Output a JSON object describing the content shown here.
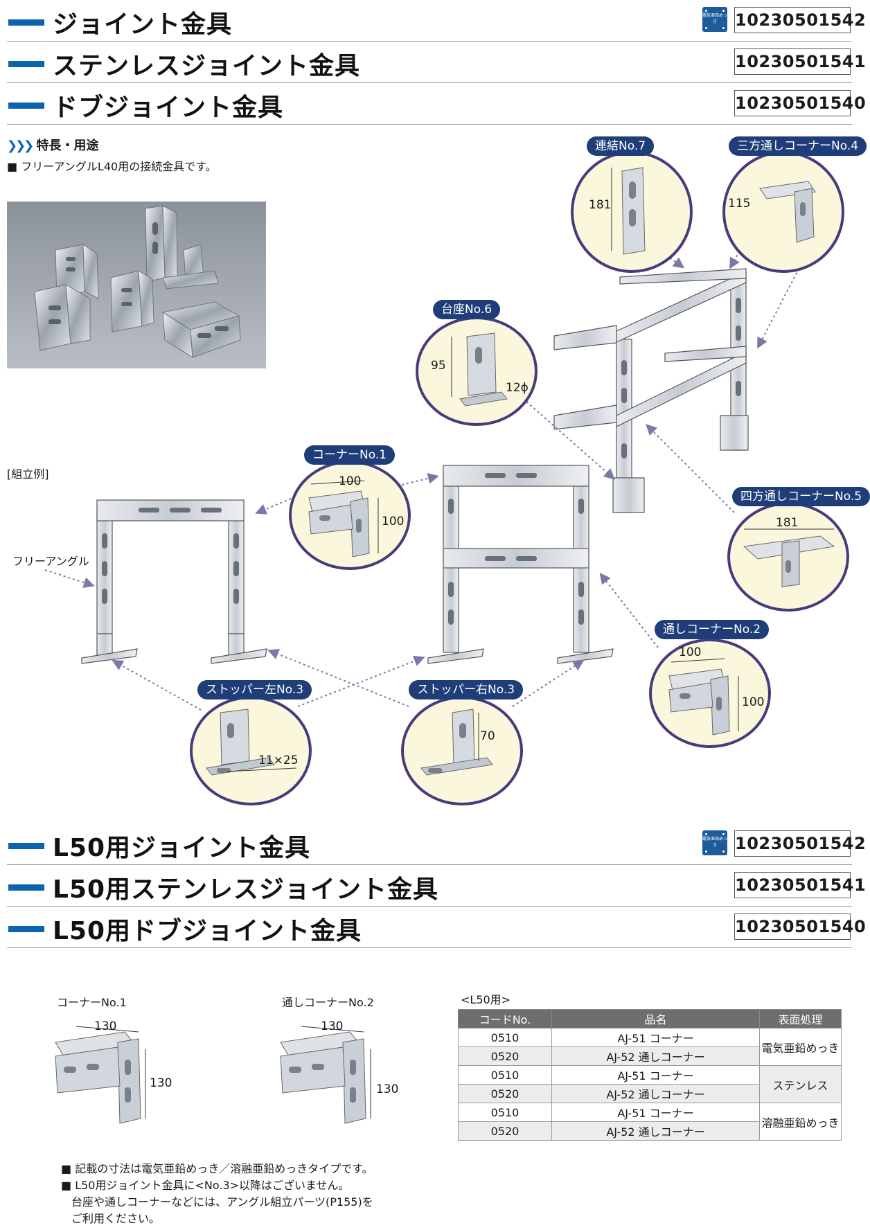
{
  "section1": {
    "headers": [
      {
        "title": "ジョイント金具",
        "code": "10230501542",
        "plating_badge": true
      },
      {
        "title": "ステンレスジョイント金具",
        "code": "10230501541",
        "plating_badge": false
      },
      {
        "title": "ドブジョイント金具",
        "code": "10230501540",
        "plating_badge": false
      }
    ],
    "plating_badge_text": "電気亜鉛めっき",
    "features_heading": "特長・用途",
    "features_text": "■ フリーアングルL40用の接続金具です。",
    "assembly_label": "[組立例]",
    "free_angle_label": "フリーアングル",
    "parts": [
      {
        "name": "連結No.7",
        "dims": [
          "181"
        ]
      },
      {
        "name": "三方通しコーナーNo.4",
        "dims": [
          "115"
        ]
      },
      {
        "name": "台座No.6",
        "dims": [
          "95",
          "12ϕ"
        ]
      },
      {
        "name": "コーナーNo.1",
        "dims": [
          "100",
          "100"
        ]
      },
      {
        "name": "四方通しコーナーNo.5",
        "dims": [
          "181"
        ]
      },
      {
        "name": "通しコーナーNo.2",
        "dims": [
          "100",
          "100"
        ]
      },
      {
        "name": "ストッパー左No.3",
        "dims": [
          "11×25"
        ]
      },
      {
        "name": "ストッパー右No.3",
        "dims": [
          "70"
        ]
      }
    ]
  },
  "section2": {
    "headers": [
      {
        "title": "L50用ジョイント金具",
        "code": "10230501542",
        "plating_badge": true
      },
      {
        "title": "L50用ステンレスジョイント金具",
        "code": "10230501541",
        "plating_badge": false
      },
      {
        "title": "L50用ドブジョイント金具",
        "code": "10230501540",
        "plating_badge": false
      }
    ],
    "corner1": {
      "label": "コーナーNo.1",
      "w": "130",
      "h": "130"
    },
    "corner2": {
      "label": "通しコーナーNo.2",
      "w": "130",
      "h": "130"
    },
    "table_caption": "<L50用>",
    "table_headers": [
      "コードNo.",
      "品名",
      "表面処理"
    ],
    "table_rows": [
      {
        "code": "0510",
        "name": "AJ-51 コーナー"
      },
      {
        "code": "0520",
        "name": "AJ-52 通しコーナー"
      },
      {
        "code": "0510",
        "name": "AJ-51 コーナー"
      },
      {
        "code": "0520",
        "name": "AJ-52 通しコーナー"
      },
      {
        "code": "0510",
        "name": "AJ-51 コーナー"
      },
      {
        "code": "0520",
        "name": "AJ-52 通しコーナー"
      }
    ],
    "finishes": [
      "電気亜鉛めっき",
      "ステンレス",
      "溶融亜鉛めっき"
    ],
    "notes": [
      "■ 記載の寸法は電気亜鉛めっき／溶融亜鉛めっきタイプです。",
      "■ L50用ジョイント金具に<No.3>以降はございません。",
      "台座や通しコーナーなどには、アングル組立パーツ(P155)を",
      "ご利用ください。"
    ]
  },
  "colors": {
    "accent": "#0b64b0",
    "bubble_fill": "#fbf7dc",
    "bubble_ring": "#473b7c",
    "tag": "#1f3d78"
  }
}
